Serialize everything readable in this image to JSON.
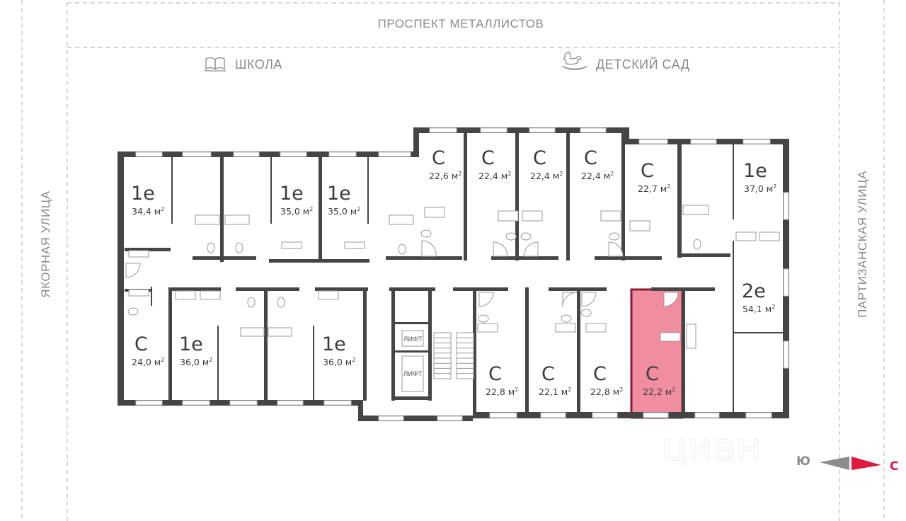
{
  "streets": {
    "top": "ПРОСПЕКТ МЕТАЛЛИСТОВ",
    "left": "ЯКОРНАЯ УЛИЦА",
    "right": "ПАРТИЗАНСКАЯ УЛИЦА"
  },
  "poi": {
    "school": "ШКОЛА",
    "kindergarten": "ДЕТСКИЙ САД"
  },
  "lift_label": "ЛИФТ",
  "area_unit": "м",
  "area_unit_sup": "2",
  "apartments": [
    {
      "id": "a1",
      "type": "1е",
      "area": "34,4"
    },
    {
      "id": "a2",
      "type": "1е",
      "area": "35,0"
    },
    {
      "id": "a3",
      "type": "1е",
      "area": "35,0"
    },
    {
      "id": "a4",
      "type": "С",
      "area": "22,6"
    },
    {
      "id": "a5",
      "type": "С",
      "area": "22,4"
    },
    {
      "id": "a6",
      "type": "С",
      "area": "22,4"
    },
    {
      "id": "a7",
      "type": "С",
      "area": "22,4"
    },
    {
      "id": "a8",
      "type": "С",
      "area": "22,7"
    },
    {
      "id": "a9",
      "type": "1е",
      "area": "37,0"
    },
    {
      "id": "a10",
      "type": "2е",
      "area": "54,1"
    },
    {
      "id": "a11",
      "type": "С",
      "area": "24,0"
    },
    {
      "id": "a12",
      "type": "1е",
      "area": "36,0"
    },
    {
      "id": "a13",
      "type": "1е",
      "area": "36,0"
    },
    {
      "id": "a14",
      "type": "С",
      "area": "22,8"
    },
    {
      "id": "a15",
      "type": "С",
      "area": "22,1"
    },
    {
      "id": "a16",
      "type": "С",
      "area": "22,8"
    },
    {
      "id": "a17",
      "type": "С",
      "area": "22,2",
      "selected": true
    }
  ],
  "compass": {
    "south": "Ю",
    "north": "С",
    "north_color": "#e0173f",
    "south_color": "#8c8c8c"
  },
  "colors": {
    "highlight_fill": "#f08d9e",
    "highlight_border": "#8b1a35",
    "wall": "#454545"
  },
  "watermark": "циан"
}
